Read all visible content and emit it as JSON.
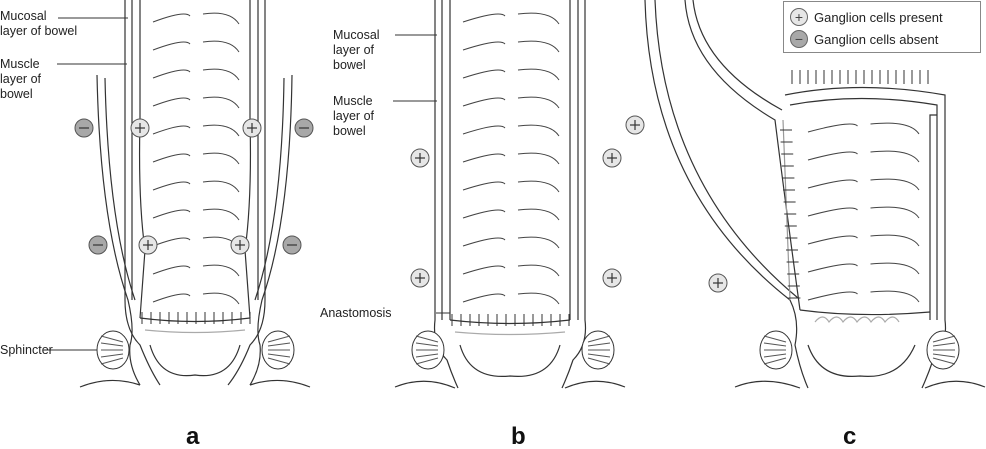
{
  "legend": {
    "present": {
      "symbol": "+",
      "label": "Ganglion cells present",
      "fill": "#e6e6e6"
    },
    "absent": {
      "symbol": "−",
      "label": "Ganglion cells absent",
      "fill": "#a8a8a8"
    }
  },
  "panel_a": {
    "letter": "a",
    "labels": {
      "mucosal": "Mucosal\nlayer of bowel",
      "muscle": "Muscle\nlayer of\nbowel",
      "sphincter": "Sphincter"
    }
  },
  "panel_b": {
    "letter": "b",
    "labels": {
      "mucosal": "Mucosal\nlayer of\nbowel",
      "muscle": "Muscle\nlayer of\nbowel",
      "anastomosis": "Anastomosis"
    }
  },
  "panel_c": {
    "letter": "c"
  },
  "colors": {
    "line": "#333333",
    "present_fill": "#e6e6e6",
    "absent_fill": "#a8a8a8"
  }
}
